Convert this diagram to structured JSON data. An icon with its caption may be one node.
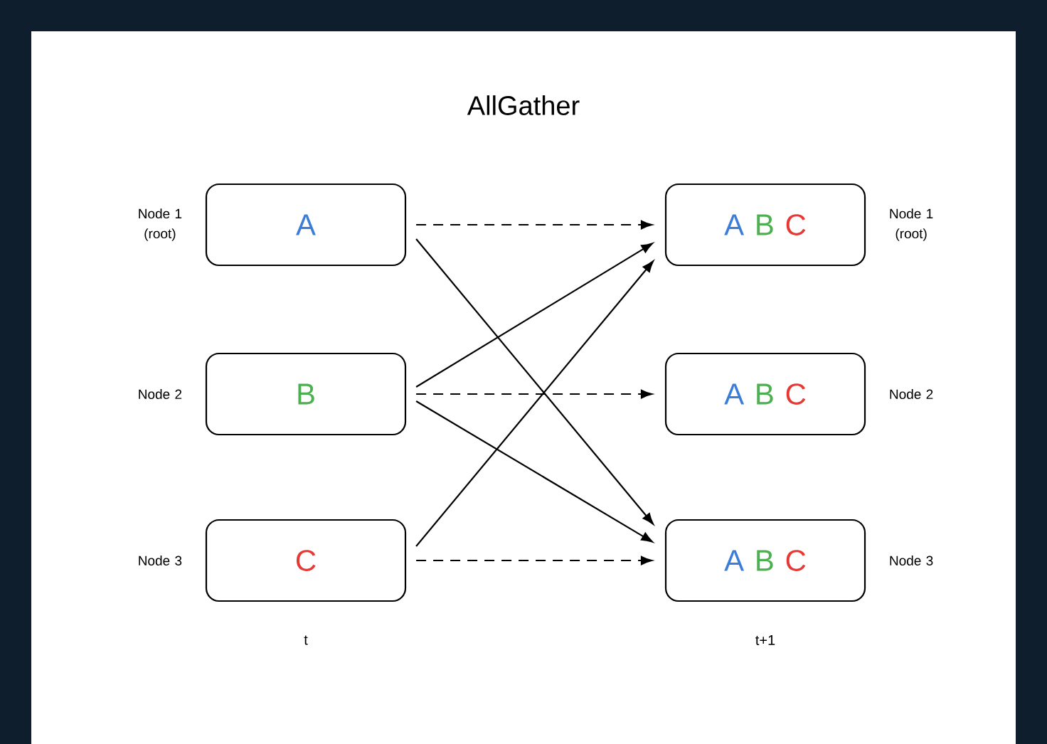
{
  "diagram": {
    "title": "AllGather",
    "nodes": [
      {
        "text": [
          "A"
        ],
        "beside": [
          "Node 1 (root)"
        ]
      },
      {
        "text": [
          "B"
        ],
        "beside": [
          "Node 2"
        ]
      },
      {
        "text": [
          "C"
        ],
        "beside": [
          "Node 3"
        ]
      },
      {
        "text": [
          "A",
          "B",
          "C"
        ],
        "beside": [
          "Node 1 (root)"
        ]
      },
      {
        "text": [
          "A",
          "B",
          "C"
        ],
        "beside": [
          "Node 2"
        ]
      },
      {
        "text": [
          "A",
          "B",
          "C"
        ],
        "beside": [
          "Node 3"
        ]
      }
    ],
    "edges": [
      {
        "from": 0,
        "to": 3,
        "arrow": "to",
        "style": "dashed"
      },
      {
        "from": 0,
        "to": 5,
        "arrow": "to"
      },
      {
        "from": 1,
        "to": 3,
        "arrow": "to"
      },
      {
        "from": 1,
        "to": 4,
        "arrow": "to",
        "style": "dashed"
      },
      {
        "from": 1,
        "to": 5,
        "arrow": "to"
      },
      {
        "from": 2,
        "to": 3,
        "arrow": "to"
      },
      {
        "from": 2,
        "to": 5,
        "arrow": "to",
        "style": "dashed"
      }
    ],
    "labels": [
      "t",
      "t+1"
    ]
  }
}
